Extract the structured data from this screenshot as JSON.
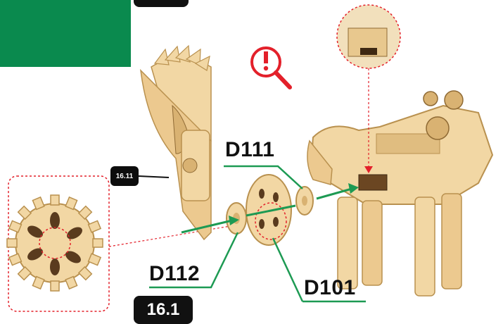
{
  "badges": {
    "step_small": "16.11",
    "step_large": "16.1"
  },
  "parts": {
    "d111": "D111",
    "d112": "D112",
    "d101": "D101"
  },
  "colors": {
    "panel_green": "#0a8a4e",
    "wood": "#f2d7a4",
    "wood_edge": "#b9914f",
    "callout_red": "#e3202a",
    "arrow_green": "#1d9a53",
    "badge_dark": "#111111"
  },
  "icons": {
    "warning": "magnifier-exclamation-icon"
  }
}
